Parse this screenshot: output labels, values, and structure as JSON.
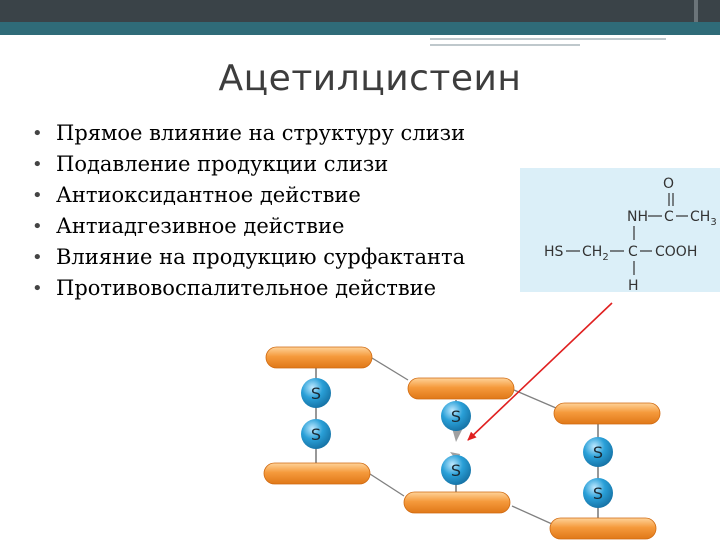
{
  "slide": {
    "title": "Ацетилцистеин",
    "bullets": [
      "Прямое влияние на структуру слизи",
      "Подавление продукции слизи",
      "Антиоксидантное действие",
      "Антиадгезивное действие",
      "Влияние на продукцию сурфактанта",
      "Противовоспалительное действие"
    ],
    "bullet_symbol": "•"
  },
  "formula": {
    "o": "O",
    "nh": "NH",
    "c": "C",
    "ch3": "CH",
    "ch3_sub": "3",
    "hs": "HS",
    "ch2": "CH",
    "ch2_sub": "2",
    "cooh": "COOH",
    "h": "H",
    "dash": "—"
  },
  "disulfide": {
    "atom_label": "S",
    "colors": {
      "bar": "#f08a2a",
      "bar_highlight": "#ffd39a",
      "atom": "#2aa0d8",
      "arrow": "#e02020",
      "chain_line": "#808080"
    }
  },
  "colors": {
    "topbar": "#3a4348",
    "teal": "#2f6b78",
    "formula_bg": "#dbeff8"
  }
}
